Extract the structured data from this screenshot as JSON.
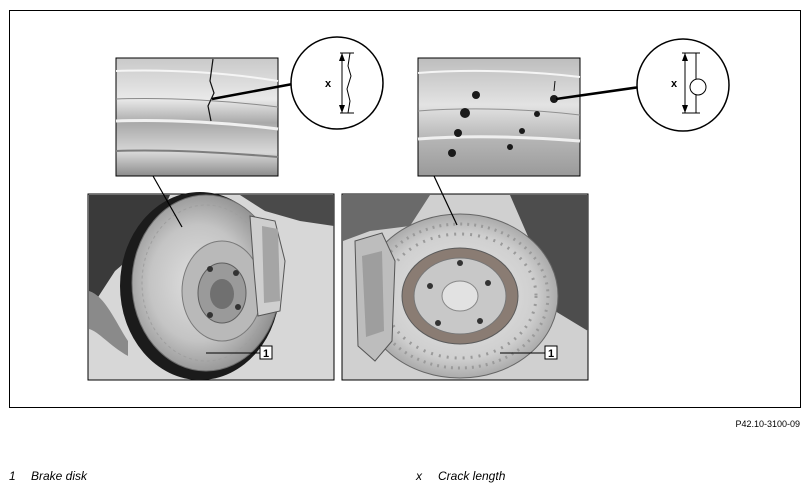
{
  "figure": {
    "reference_code": "P42.10-3100-09",
    "callout_1": "1",
    "detail_symbol": "x"
  },
  "legend": [
    {
      "key": "1",
      "text": "Brake disk"
    },
    {
      "key": "x",
      "text": "Crack length"
    }
  ]
}
